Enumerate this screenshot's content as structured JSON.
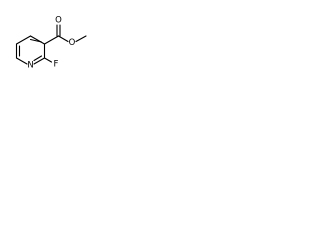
{
  "molecule": {
    "atoms": {
      "nitrogen": "N",
      "fluorine": "F",
      "carbonyl_oxygen": "O",
      "ester_oxygen": "O"
    }
  }
}
